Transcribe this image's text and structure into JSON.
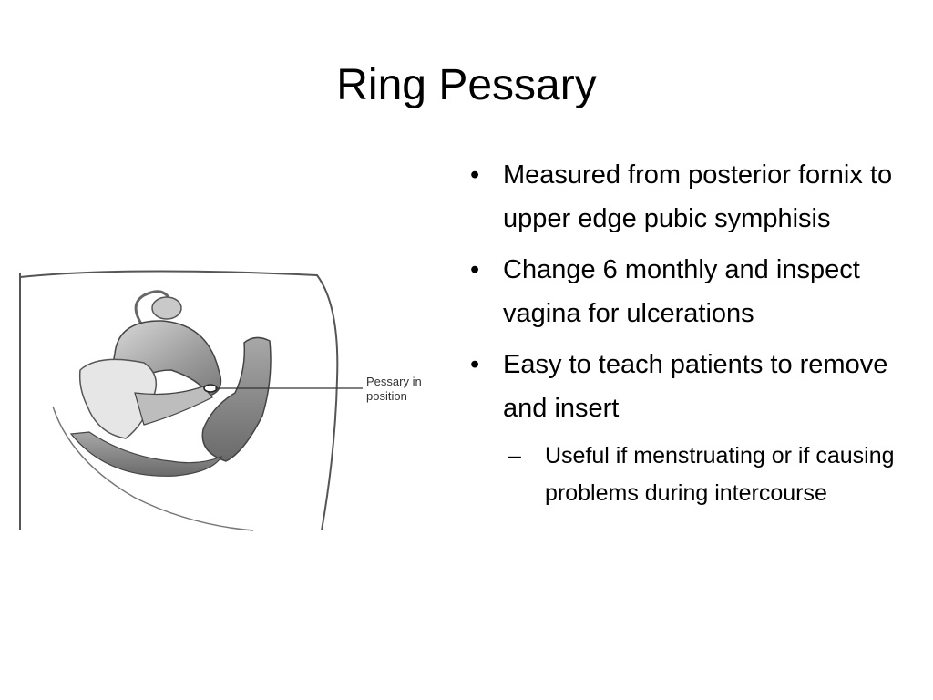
{
  "slide": {
    "title": "Ring Pessary"
  },
  "figure": {
    "label_line1": "Pessary in",
    "label_line2": "position"
  },
  "bullets": [
    {
      "text": "Measured from posterior fornix to upper edge pubic symphisis"
    },
    {
      "text": "Change 6 monthly and inspect vagina for ulcerations"
    },
    {
      "text": "Easy to teach patients to remove and insert"
    }
  ],
  "sub_bullets": [
    {
      "text": "Useful if menstruating or if causing problems during intercourse"
    }
  ],
  "markers": {
    "bullet": "•",
    "sub_bullet": "–"
  }
}
